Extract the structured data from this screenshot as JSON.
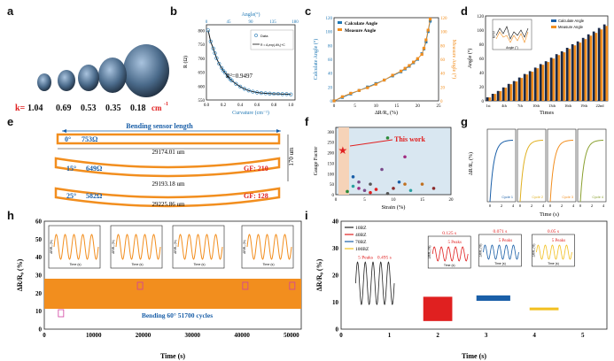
{
  "labels": {
    "a": "a",
    "b": "b",
    "c": "c",
    "d": "d",
    "e": "e",
    "f": "f",
    "g": "g",
    "h": "h",
    "i": "i"
  },
  "panel_a": {
    "prefix": "k=",
    "values": [
      "1.04",
      "0.69",
      "0.53",
      "0.35",
      "0.18"
    ],
    "unit": "cm",
    "unit_sup": "-1"
  },
  "colors": {
    "blue": "#1f77b4",
    "orange": "#f28e1e",
    "dark": "#222222",
    "red": "#e02020",
    "black": "#111111",
    "grey": "#777777",
    "navy": "#1a5fa8",
    "coin": "#4a6a8a"
  },
  "chart_data": [
    {
      "id": "b",
      "type": "scatter",
      "title": "",
      "xlabel": "Curvature (cm⁻¹)",
      "x2label": "Angle(°)",
      "ylabel": "R (Ω)",
      "xticks": [
        "0.0",
        "0.2",
        "0.4",
        "0.6",
        "0.8",
        "1.0"
      ],
      "x2ticks": [
        "0",
        "45",
        "90",
        "135",
        "180"
      ],
      "yticks": [
        "550",
        "600",
        "650",
        "700",
        "750",
        "800"
      ],
      "ylim": [
        550,
        820
      ],
      "xlim": [
        0,
        1.05
      ],
      "legend": [
        "Data",
        "R = A₁exp(-θ/t₁)+C"
      ],
      "annotation": "R²=0.9497",
      "x": [
        0.02,
        0.05,
        0.08,
        0.1,
        0.12,
        0.15,
        0.18,
        0.2,
        0.22,
        0.25,
        0.28,
        0.3,
        0.35,
        0.4,
        0.45,
        0.5,
        0.55,
        0.6,
        0.65,
        0.7,
        0.75,
        0.8,
        0.85,
        0.9,
        0.95,
        1.0
      ],
      "y": [
        800,
        760,
        735,
        718,
        700,
        680,
        665,
        655,
        648,
        635,
        625,
        620,
        608,
        598,
        590,
        584,
        580,
        577,
        575,
        574,
        573,
        572,
        572,
        571,
        571,
        570
      ]
    },
    {
      "id": "c",
      "type": "line",
      "xlabel": "ΔR/R₀ (%)",
      "ylabel": "Calculate Angle (°)",
      "y2label": "Measure Angle (°)",
      "xticks": [
        "0",
        "5",
        "10",
        "15",
        "20",
        "25"
      ],
      "yticks": [
        "0",
        "20",
        "40",
        "60",
        "80",
        "100",
        "120"
      ],
      "xlim": [
        0,
        25
      ],
      "ylim": [
        0,
        120
      ],
      "series": [
        {
          "name": "Calculate Angle",
          "x": [
            0,
            2,
            4,
            6,
            8,
            10,
            12,
            14,
            16,
            17,
            18,
            19,
            20,
            21,
            21.5,
            22,
            22.5,
            23
          ],
          "y": [
            0,
            5,
            10,
            15,
            20,
            25,
            30,
            36,
            42,
            46,
            50,
            55,
            60,
            68,
            75,
            85,
            100,
            115
          ]
        },
        {
          "name": "Measure Angle",
          "x": [
            0,
            2,
            4,
            6,
            8,
            10,
            12,
            14,
            16,
            17,
            18,
            19,
            20,
            21,
            21.5,
            22,
            22.5,
            23
          ],
          "y": [
            0,
            6,
            11,
            15,
            19,
            24,
            30,
            37,
            43,
            47,
            51,
            56,
            61,
            67,
            76,
            88,
            102,
            118
          ]
        }
      ]
    },
    {
      "id": "d",
      "type": "bar",
      "xlabel": "Times",
      "ylabel": "Angle (°)",
      "xticks": [
        "1st",
        "4th",
        "7th",
        "10th",
        "13th",
        "16th",
        "19th",
        "22nd"
      ],
      "yticks": [
        "0",
        "20",
        "40",
        "60",
        "80",
        "100",
        "120"
      ],
      "ylim": [
        0,
        120
      ],
      "legend": [
        "Calculate Angle",
        "Measure Angle"
      ],
      "inset_xlabel": "Angle (°)",
      "inset_ylabel": "Error",
      "values": [
        5,
        10,
        14,
        19,
        24,
        28,
        33,
        38,
        42,
        47,
        52,
        56,
        61,
        66,
        70,
        75,
        80,
        84,
        89,
        94,
        98,
        103,
        108
      ]
    },
    {
      "id": "f",
      "type": "scatter",
      "xlabel": "Strain (%)",
      "ylabel": "Gauge Factor",
      "xticks": [
        "0",
        "5",
        "10",
        "15",
        "20"
      ],
      "yticks": [
        "0",
        "50",
        "100",
        "150",
        "200",
        "250",
        "300"
      ],
      "xlim": [
        0,
        20
      ],
      "ylim": [
        0,
        320
      ],
      "annotation": "This work",
      "points": [
        [
          1,
          210
        ],
        [
          8,
          120
        ],
        [
          9,
          270
        ],
        [
          11,
          60
        ],
        [
          12,
          50
        ],
        [
          10,
          30
        ],
        [
          3,
          40
        ],
        [
          4,
          30
        ],
        [
          6,
          50
        ],
        [
          7,
          25
        ],
        [
          5,
          20
        ],
        [
          2,
          15
        ],
        [
          3,
          85
        ],
        [
          15,
          50
        ],
        [
          17,
          30
        ],
        [
          13,
          20
        ],
        [
          12,
          180
        ],
        [
          9,
          5
        ],
        [
          6,
          10
        ],
        [
          4,
          60
        ]
      ]
    },
    {
      "id": "g",
      "type": "line",
      "xlabel": "Time (s)",
      "ylabel": "ΔR/R₀ (%)",
      "xticks": [
        "0",
        "2",
        "4"
      ],
      "legend": [
        "Cycle 1",
        "Cycle 2",
        "Cycle 3",
        "Cycle 4"
      ]
    },
    {
      "id": "h",
      "type": "line",
      "xlabel": "Time (s)",
      "ylabel": "ΔR/R₀ (%)",
      "xticks": [
        "0",
        "10000",
        "20000",
        "30000",
        "40000",
        "50000"
      ],
      "yticks": [
        "0",
        "10",
        "20",
        "30",
        "40",
        "50",
        "60"
      ],
      "xlim": [
        0,
        52000
      ],
      "ylim": [
        0,
        60
      ],
      "inset_xlabel": "Time (s)",
      "inset_ylabel": "ΔR/R₀ (%)",
      "annotation": "Bending 60°       51700 cycles"
    },
    {
      "id": "i",
      "type": "line",
      "xlabel": "Time (s)",
      "ylabel": "ΔR/R₀ (%)",
      "xticks": [
        "0",
        "1",
        "2",
        "3",
        "4",
        "5"
      ],
      "yticks": [
        "0",
        "10",
        "20",
        "30",
        "40"
      ],
      "xlim": [
        0,
        5.5
      ],
      "ylim": [
        0,
        40
      ],
      "series": [
        {
          "name": "10BZ"
        },
        {
          "name": "40BZ"
        },
        {
          "name": "70BZ"
        },
        {
          "name": "100BZ"
        }
      ],
      "period_labels": [
        "0.495 s",
        "0.125 s",
        "0.071 s",
        "0.05 s"
      ],
      "peak_label": "5 Peaks",
      "inset_xlabel": "Time (s)",
      "inset_ylabel": "ΔR/R₀ (%)"
    }
  ],
  "panel_e": {
    "header": "Bending sensor length",
    "rows": [
      {
        "angle": "0°",
        "res": "753Ω",
        "length": "29174.01 um",
        "gf": ""
      },
      {
        "angle": "15°",
        "res": "649Ω",
        "length": "29193.18 um",
        "gf": "GF: 210"
      },
      {
        "angle": "25°",
        "res": "582Ω",
        "length": "29225.86 um",
        "gf": "GF: 128"
      }
    ],
    "thickness": "170 um"
  }
}
